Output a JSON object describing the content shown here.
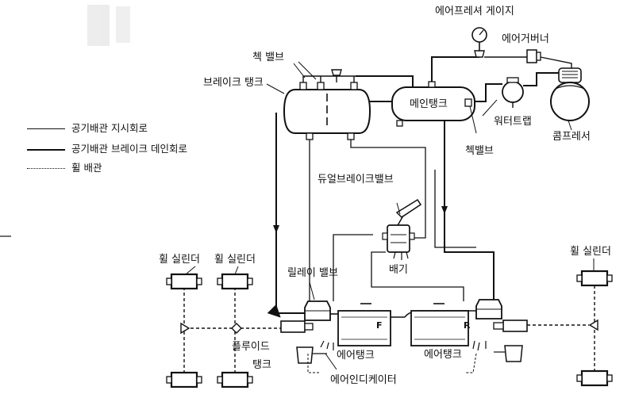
{
  "diagram": {
    "legend": [
      {
        "line_style": "thin",
        "label": "공기배관 지시회로"
      },
      {
        "line_style": "thick",
        "label": "공기배관 브레이크 데인회로"
      },
      {
        "line_style": "dotted",
        "label": "휠 배관"
      }
    ],
    "labels": {
      "air_pressure_gauge": "에어프레셔 게이지",
      "air_governor": "에어거버너",
      "check_valve_top": "첵 밸브",
      "brake_tank": "브레이크 탱크",
      "main_tank": "메인탱크",
      "water_trap": "워터트랩",
      "check_valve_right": "첵밸브",
      "compressor": "콤프레서",
      "dual_brake_valve": "듀얼브레이크밸브",
      "relay_valve": "릴레이 밸브",
      "exhaust": "배기",
      "wheel_cylinder_left_1": "휠 실린더",
      "wheel_cylinder_left_2": "휠 실린더",
      "wheel_cylinder_right": "휠 실린더",
      "fluid_tank_line1": "플루이드",
      "fluid_tank_line2": "탱크",
      "air_tank_front": "에어탱크",
      "air_tank_rear": "에어탱크",
      "air_indicator": "에어인디케이터",
      "front_tank_letter": "F",
      "rear_tank_letter": "R"
    }
  }
}
